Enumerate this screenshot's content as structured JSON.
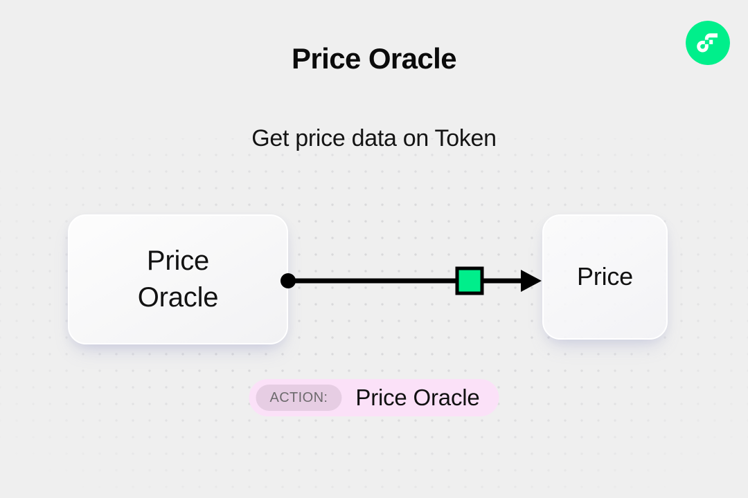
{
  "page": {
    "title": "Price Oracle",
    "subtitle": "Get price data on Token",
    "background_color": "#EFEFEF"
  },
  "brand": {
    "logo_icon": "flow-logo-icon",
    "logo_circle_color": "#00EF8B",
    "logo_mark_color": "#FFFFFF"
  },
  "diagram": {
    "type": "flow",
    "nodes": [
      {
        "id": "price-oracle",
        "label": "Price\nOracle",
        "role": "source"
      },
      {
        "id": "price",
        "label": "Price",
        "role": "target"
      }
    ],
    "edge": {
      "from": "price-oracle",
      "to": "price",
      "start_marker": "dot",
      "end_marker": "arrow",
      "midpoint_marker": "square",
      "line_color": "#000000",
      "midpoint_marker_color": "#00EE8B"
    }
  },
  "action_badge": {
    "prefix_label": "ACTION:",
    "value": "Price Oracle",
    "background_color": "#FBE1F8",
    "pill_color": "#E6CDE3",
    "pill_text_color": "#6D6A6D"
  }
}
